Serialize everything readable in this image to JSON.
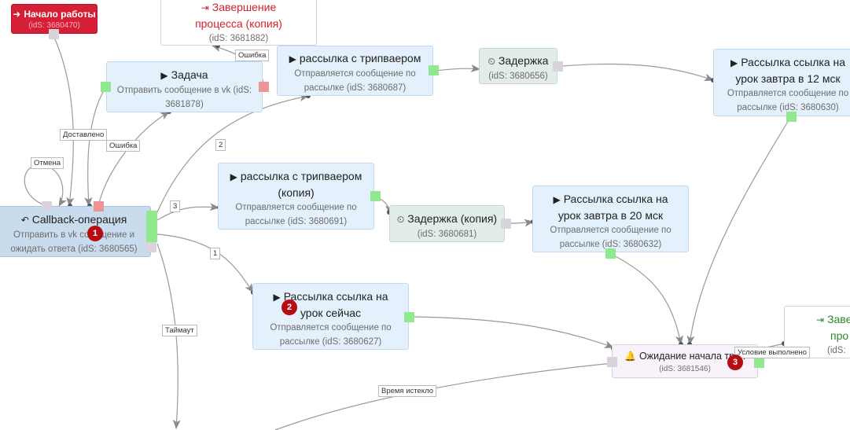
{
  "nodes": {
    "start": {
      "title": "Начало работы",
      "desc": "(idS: 3680470)"
    },
    "finish_copy": {
      "title": "Завершение процесса (копия)",
      "desc": "(idS: 3681882)"
    },
    "task": {
      "title": "Задача",
      "desc": "Отправить сообщение в vk (idS: 3681878)"
    },
    "tripwire": {
      "title": "рассылка с трипваером",
      "desc": "Отправляется сообщение по рассылке (idS: 3680687)"
    },
    "delay1": {
      "title": "Задержка",
      "desc": "(idS: 3680656)"
    },
    "link12": {
      "title": "Рассылка ссылка на урок завтра в 12 мск",
      "desc": "Отправляется сообщение по рассылке (idS: 3680630)"
    },
    "callback": {
      "title": "Callback-операция",
      "desc": "Отправить в vk сообщение и ожидать ответа (idS: 3680565)"
    },
    "tripwire_copy": {
      "title": "рассылка с трипваером (копия)",
      "desc": "Отправляется сообщение по рассылке (idS: 3680691)"
    },
    "delay_copy": {
      "title": "Задержка (копия)",
      "desc": "(idS: 3680681)"
    },
    "link20": {
      "title": "Рассылка ссылка на урок завтра в 20 мск",
      "desc": "Отправляется сообщение по рассылке (idS: 3680632)"
    },
    "link_now": {
      "title": "Рассылка ссылка на урок сейчас",
      "desc": "Отправляется сообщение по рассылке (idS: 3680627)"
    },
    "wait": {
      "title": "Ожидание начала трен",
      "desc": "(idS: 3681546)"
    },
    "finish_right": {
      "title": "Заве",
      "title2": "про",
      "desc": "(idS:"
    }
  },
  "labels": {
    "error1": "Ошибка",
    "error2": "Ошибка",
    "delivered": "Доставлено",
    "cancel": "Отмена",
    "n2": "2",
    "n3": "3",
    "n1": "1",
    "timeout": "Таймаут",
    "time_expired": "Время истекло",
    "condition_met": "Условие выполнено"
  },
  "badges": {
    "b1": "1",
    "b2": "2",
    "b3": "3"
  },
  "icons": {
    "play": "▶",
    "clock": "⏲",
    "bell": "🔔",
    "reply": "↶",
    "signin": "➜",
    "signout": "⇥"
  },
  "colors": {
    "start": "#d51f36",
    "finish_red": "#d3212d",
    "finish_green": "#2b8a2b",
    "badge": "#b50d12",
    "port_ok": "#90e88f",
    "port_err": "#ee9494",
    "edge": "#9a9a9a"
  }
}
